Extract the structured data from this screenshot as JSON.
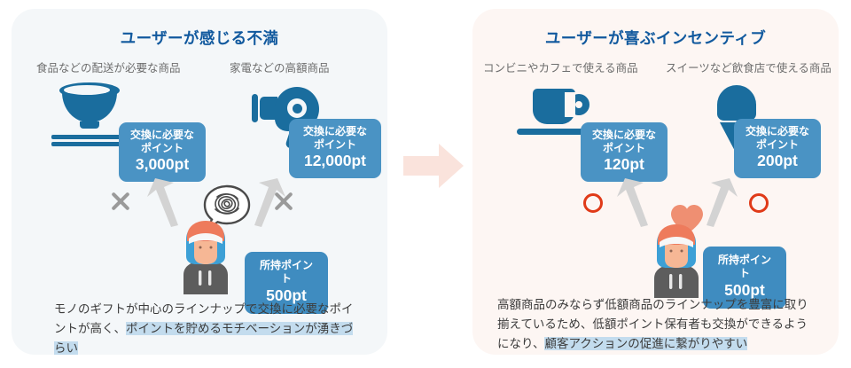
{
  "colors": {
    "panel_left_bg": "#f4f7f9",
    "panel_right_bg": "#fdf6f3",
    "title_blue": "#11599e",
    "icon_blue": "#1a6d9e",
    "badge_blue": "#4a93c4",
    "badge_own_blue": "#3f8cc0",
    "highlight": "#c3dcee",
    "x_gray": "#9a9a9a",
    "o_red": "#e03a18",
    "heart_salmon": "#ef8f72",
    "center_arrow": "#fae3dc",
    "caption_gray": "#6d6d6d"
  },
  "left_panel": {
    "title": "ユーザーが感じる不満",
    "items": [
      {
        "caption": "食品などの配送が必要な商品",
        "icon": "rice-bowl-icon",
        "badge": {
          "line1": "交換に必要な",
          "line2": "ポイント",
          "value": "3,000pt"
        },
        "mark": "x-mark"
      },
      {
        "caption": "家電などの高額商品",
        "icon": "hair-dryer-icon",
        "badge": {
          "line1": "交換に必要な",
          "line2": "ポイント",
          "value": "12,000pt"
        },
        "mark": "x-mark"
      }
    ],
    "person": {
      "icon": "person-avatar",
      "thought_icon": "scribble-thought-bubble-icon"
    },
    "own_badge": {
      "label": "所持ポイント",
      "value": "500pt"
    },
    "description": {
      "plain_before": "モノのギフトが中心のラインナップで交換に必要なポイントが高く、",
      "highlighted": "ポイントを貯めるモチベーションが湧きづらい"
    }
  },
  "center": {
    "icon": "right-arrow-icon"
  },
  "right_panel": {
    "title": "ユーザーが喜ぶインセンティブ",
    "items": [
      {
        "caption": "コンビニやカフェで使える商品",
        "icon": "coffee-cup-icon",
        "badge": {
          "line1": "交換に必要な",
          "line2": "ポイント",
          "value": "120pt"
        },
        "mark": "o-mark"
      },
      {
        "caption": "スイーツなど飲食店で使える商品",
        "icon": "ice-cream-icon",
        "badge": {
          "line1": "交換に必要な",
          "line2": "ポイント",
          "value": "200pt"
        },
        "mark": "o-mark"
      }
    ],
    "person": {
      "icon": "person-avatar",
      "emotion_icon": "heart-icon"
    },
    "own_badge": {
      "label": "所持ポイント",
      "value": "500pt"
    },
    "description": {
      "plain_before": "高額商品のみならず低額商品のラインナップを豊富に取り揃えているため、低額ポイント保有者も交換ができるようになり、",
      "highlighted": "顧客アクションの促進に繋がりやすい"
    }
  }
}
